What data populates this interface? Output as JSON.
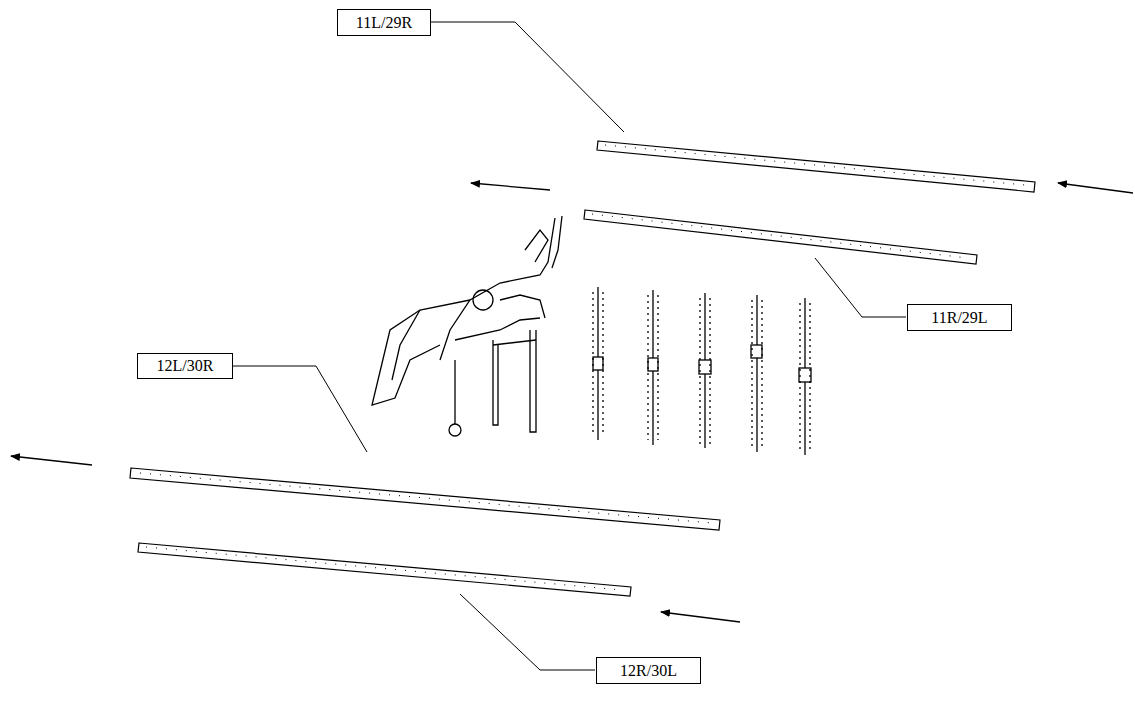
{
  "diagram": {
    "nodes": [
      {
        "text": [
          "11L/29R"
        ]
      },
      {
        "text": [
          "11R/29L"
        ]
      },
      {
        "text": [
          "12L/30R"
        ]
      },
      {
        "text": [
          "12R/30L"
        ]
      }
    ]
  }
}
